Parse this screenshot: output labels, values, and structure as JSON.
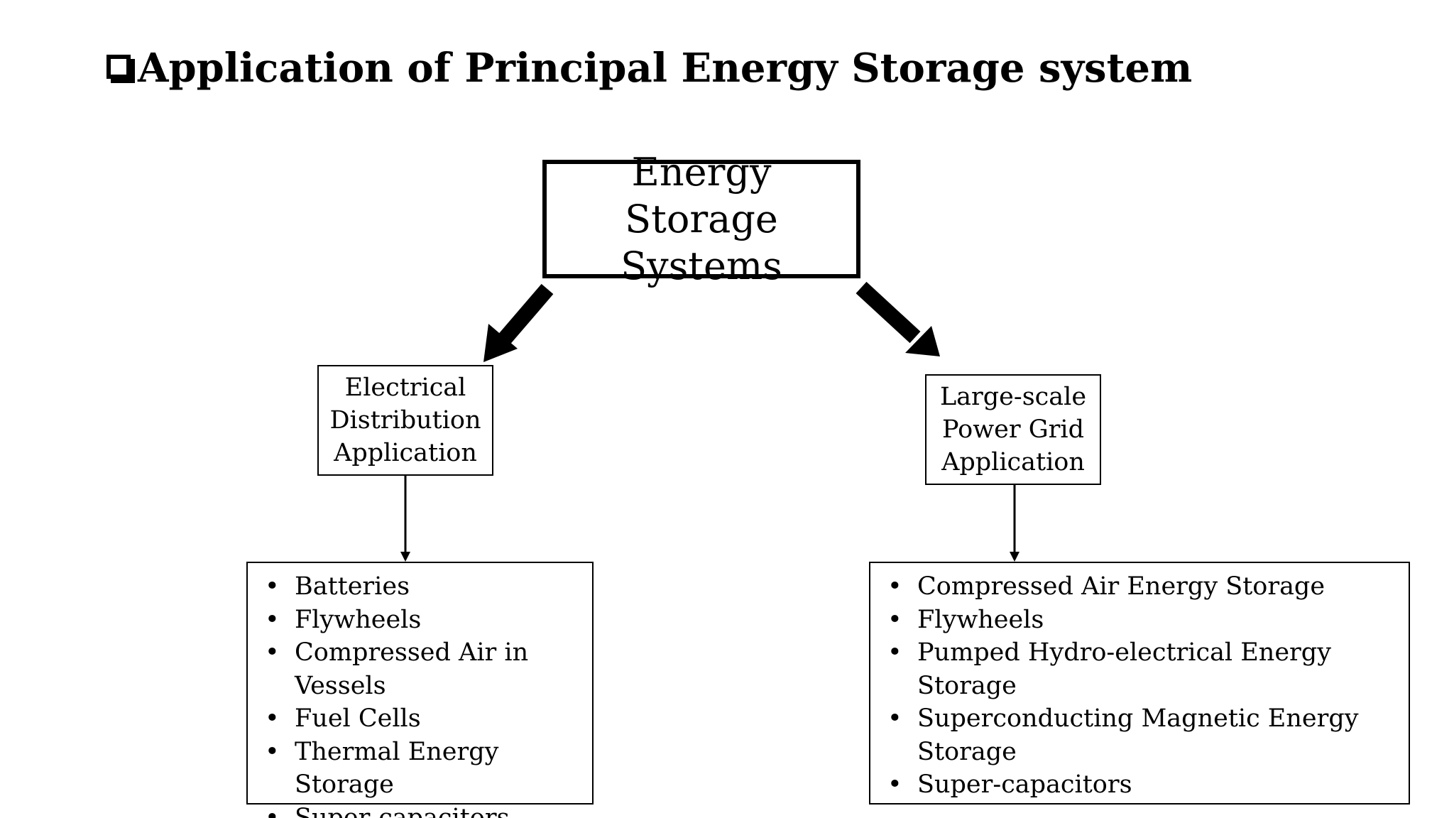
{
  "slide": {
    "title": "Application of Principal Energy Storage system"
  },
  "diagram": {
    "root": {
      "line1": "Energy Storage",
      "line2": "Systems"
    },
    "left_branch": {
      "label": "Electrical Distribution Application",
      "items": [
        "Batteries",
        "Flywheels",
        "Compressed Air in Vessels",
        "Fuel Cells",
        "Thermal Energy Storage",
        "Super-capacitors"
      ]
    },
    "right_branch": {
      "label": "Large-scale Power Grid Application",
      "items": [
        "Compressed Air Energy Storage",
        "Flywheels",
        "Pumped Hydro-electrical Energy Storage",
        "Superconducting Magnetic Energy Storage",
        "Super-capacitors"
      ]
    }
  }
}
